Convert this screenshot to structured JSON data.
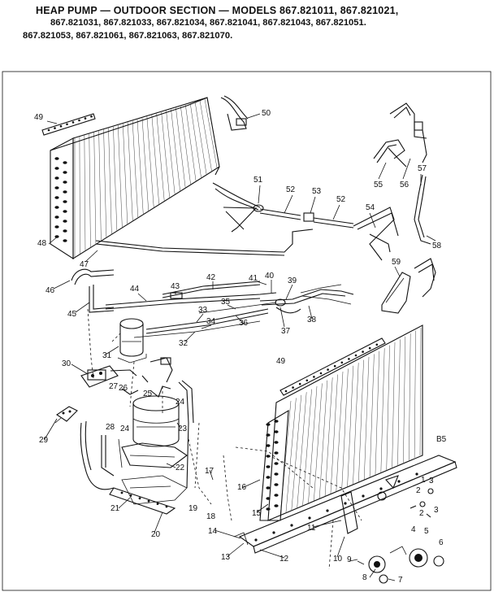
{
  "title": {
    "line1": "HEAP PUMP — OUTDOOR SECTION — MODELS 867.821011, 867.821021,",
    "line2": "867.821031, 867.821033, 867.821034, 867.821041, 867.821043, 867.821051.",
    "line3": "867.821053, 867.821061, 867.821063, 867.821070."
  },
  "diagram_code": "B5",
  "callouts": [
    "1",
    "2",
    "3",
    "4",
    "5",
    "6",
    "7",
    "8",
    "9",
    "10",
    "11",
    "12",
    "13",
    "14",
    "15",
    "16",
    "17",
    "18",
    "19",
    "20",
    "21",
    "22",
    "23",
    "24",
    "24",
    "25",
    "26",
    "27",
    "28",
    "29",
    "30",
    "31",
    "32",
    "33",
    "34",
    "35",
    "36",
    "37",
    "38",
    "39",
    "40",
    "41",
    "42",
    "43",
    "44",
    "45",
    "46",
    "47",
    "48",
    "49",
    "49",
    "50",
    "51",
    "52",
    "52",
    "53",
    "54",
    "55",
    "56",
    "57",
    "58",
    "59",
    "2",
    "3"
  ]
}
